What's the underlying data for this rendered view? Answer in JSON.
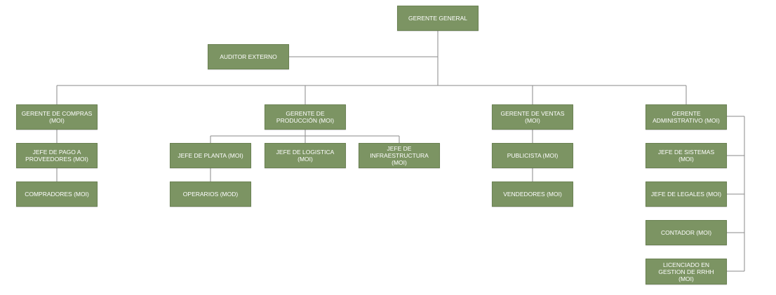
{
  "colors": {
    "box_fill": "#7c9463",
    "connector": "#888888",
    "text": "#ffffff"
  },
  "nodes": {
    "gerente_general": "GERENTE GENERAL",
    "auditor_externo": "AUDITOR EXTERNO",
    "gerente_compras": "GERENTE DE COMPRAS (MOI)",
    "jefe_pago": "JEFE DE PAGO A PROVEEDORES (MOI)",
    "compradores": "COMPRADORES (MOI)",
    "gerente_produccion": "GERENTE DE PRODUCCIÓN (MOI)",
    "jefe_planta": "JEFE DE PLANTA (MOI)",
    "operarios": "OPERARIOS (MOD)",
    "jefe_logistica": "JEFE DE LOGISTICA (MOI)",
    "jefe_infraestructura": "JEFE DE INFRAESTRUCTURA (MOI)",
    "gerente_ventas": "GERENTE DE VENTAS (MOI)",
    "publicista": "PUBLICISTA (MOI)",
    "vendedores": "VENDEDORES (MOI)",
    "gerente_administrativo": "GERENTE ADMINISTRATIVO (MOI)",
    "jefe_sistemas": "JEFE DE SISTEMAS (MOI)",
    "jefe_legales": "JEFE DE LEGALES (MOI)",
    "contador": "CONTADOR (MOI)",
    "licenciado_rrhh": "LICENCIADO EN GESTION DE RRHH (MOI)"
  }
}
